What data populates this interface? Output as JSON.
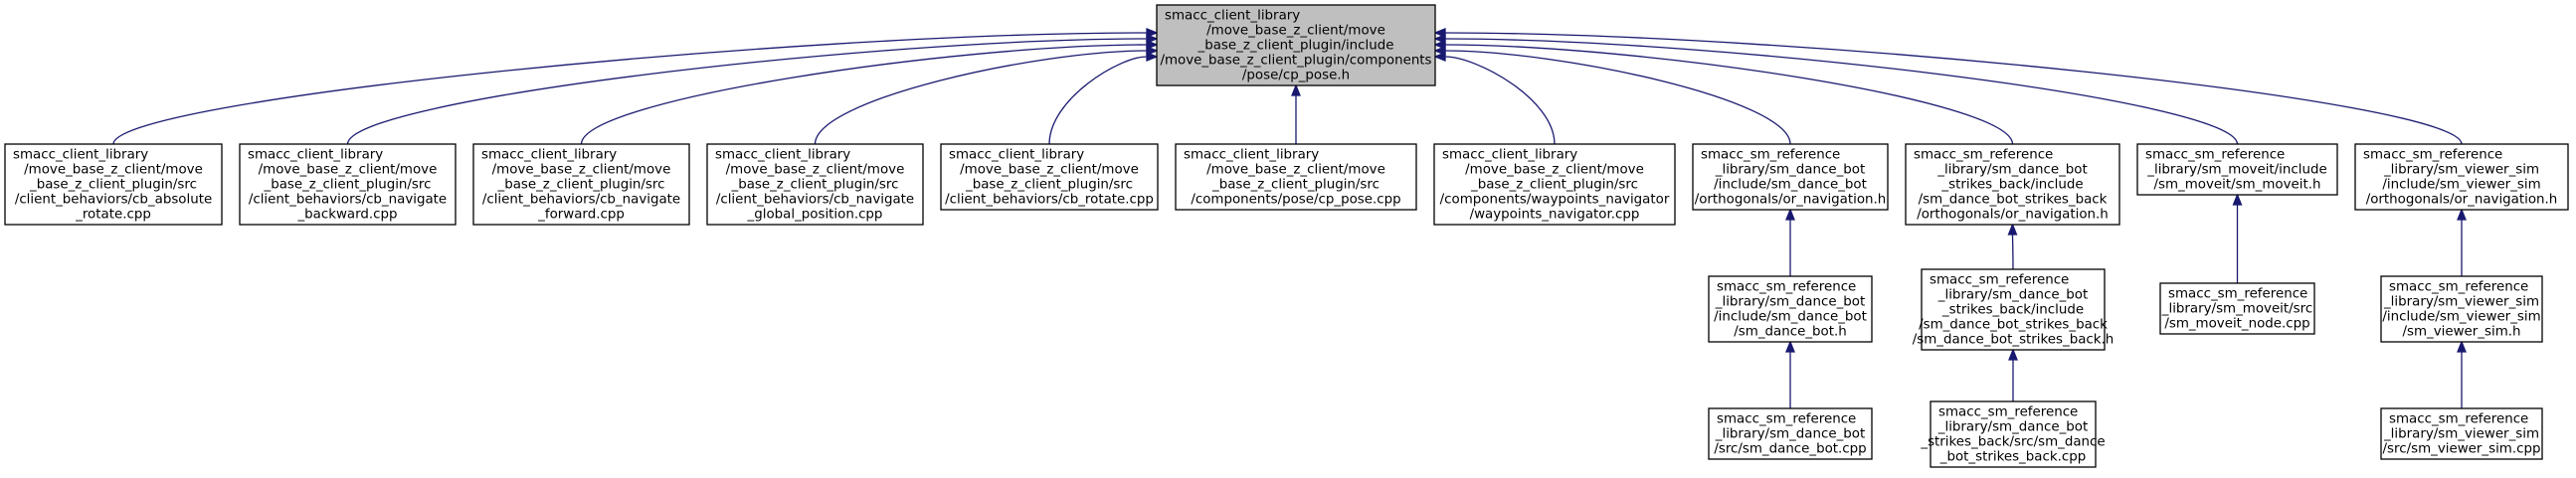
{
  "graph": {
    "nodes": [
      {
        "id": "n0",
        "lines": [
          "smacc_client_library",
          "/move_base_z_client/move",
          "_base_z_client_plugin/include",
          "/move_base_z_client_plugin/components",
          "/pose/cp_pose.h"
        ],
        "highlight": true
      },
      {
        "id": "n1",
        "lines": [
          "smacc_client_library",
          "/move_base_z_client/move",
          "_base_z_client_plugin/src",
          "/client_behaviors/cb_absolute",
          "_rotate.cpp"
        ]
      },
      {
        "id": "n2",
        "lines": [
          "smacc_client_library",
          "/move_base_z_client/move",
          "_base_z_client_plugin/src",
          "/client_behaviors/cb_navigate",
          "_backward.cpp"
        ]
      },
      {
        "id": "n3",
        "lines": [
          "smacc_client_library",
          "/move_base_z_client/move",
          "_base_z_client_plugin/src",
          "/client_behaviors/cb_navigate",
          "_forward.cpp"
        ]
      },
      {
        "id": "n4",
        "lines": [
          "smacc_client_library",
          "/move_base_z_client/move",
          "_base_z_client_plugin/src",
          "/client_behaviors/cb_navigate",
          "_global_position.cpp"
        ]
      },
      {
        "id": "n5",
        "lines": [
          "smacc_client_library",
          "/move_base_z_client/move",
          "_base_z_client_plugin/src",
          "/client_behaviors/cb_rotate.cpp"
        ]
      },
      {
        "id": "n6",
        "lines": [
          "smacc_client_library",
          "/move_base_z_client/move",
          "_base_z_client_plugin/src",
          "/components/pose/cp_pose.cpp"
        ]
      },
      {
        "id": "n7",
        "lines": [
          "smacc_client_library",
          "/move_base_z_client/move",
          "_base_z_client_plugin/src",
          "/components/waypoints_navigator",
          "/waypoints_navigator.cpp"
        ]
      },
      {
        "id": "n8",
        "lines": [
          "smacc_sm_reference",
          "_library/sm_dance_bot",
          "/include/sm_dance_bot",
          "/orthogonals/or_navigation.h"
        ]
      },
      {
        "id": "n9",
        "lines": [
          "smacc_sm_reference",
          "_library/sm_dance_bot",
          "_strikes_back/include",
          "/sm_dance_bot_strikes_back",
          "/orthogonals/or_navigation.h"
        ]
      },
      {
        "id": "n10",
        "lines": [
          "smacc_sm_reference",
          "_library/sm_moveit/include",
          "/sm_moveit/sm_moveit.h"
        ]
      },
      {
        "id": "n11",
        "lines": [
          "smacc_sm_reference",
          "_library/sm_viewer_sim",
          "/include/sm_viewer_sim",
          "/orthogonals/or_navigation.h"
        ]
      },
      {
        "id": "n12",
        "lines": [
          "smacc_sm_reference",
          "_library/sm_dance_bot",
          "/include/sm_dance_bot",
          "/sm_dance_bot.h"
        ]
      },
      {
        "id": "n13",
        "lines": [
          "smacc_sm_reference",
          "_library/sm_dance_bot",
          "_strikes_back/include",
          "/sm_dance_bot_strikes_back",
          "/sm_dance_bot_strikes_back.h"
        ]
      },
      {
        "id": "n14",
        "lines": [
          "smacc_sm_reference",
          "_library/sm_moveit/src",
          "/sm_moveit_node.cpp"
        ]
      },
      {
        "id": "n15",
        "lines": [
          "smacc_sm_reference",
          "_library/sm_viewer_sim",
          "/include/sm_viewer_sim",
          "/sm_viewer_sim.h"
        ]
      },
      {
        "id": "n16",
        "lines": [
          "smacc_sm_reference",
          "_library/sm_dance_bot",
          "/src/sm_dance_bot.cpp"
        ]
      },
      {
        "id": "n17",
        "lines": [
          "smacc_sm_reference",
          "_library/sm_dance_bot",
          "_strikes_back/src/sm_dance",
          "_bot_strikes_back.cpp"
        ]
      },
      {
        "id": "n18",
        "lines": [
          "smacc_sm_reference",
          "_library/sm_viewer_sim",
          "/src/sm_viewer_sim.cpp"
        ]
      }
    ],
    "edges": [
      {
        "from": "n1",
        "to": "n0"
      },
      {
        "from": "n2",
        "to": "n0"
      },
      {
        "from": "n3",
        "to": "n0"
      },
      {
        "from": "n4",
        "to": "n0"
      },
      {
        "from": "n5",
        "to": "n0"
      },
      {
        "from": "n6",
        "to": "n0"
      },
      {
        "from": "n7",
        "to": "n0"
      },
      {
        "from": "n8",
        "to": "n0"
      },
      {
        "from": "n9",
        "to": "n0"
      },
      {
        "from": "n10",
        "to": "n0"
      },
      {
        "from": "n11",
        "to": "n0"
      },
      {
        "from": "n12",
        "to": "n8"
      },
      {
        "from": "n16",
        "to": "n12"
      },
      {
        "from": "n13",
        "to": "n9"
      },
      {
        "from": "n17",
        "to": "n13"
      },
      {
        "from": "n14",
        "to": "n10"
      },
      {
        "from": "n15",
        "to": "n11"
      },
      {
        "from": "n18",
        "to": "n15"
      }
    ],
    "colors": {
      "edge": "#191970",
      "node_border": "#000000",
      "highlight_fill": "#bfbfbf",
      "node_fill": "#ffffff"
    }
  }
}
